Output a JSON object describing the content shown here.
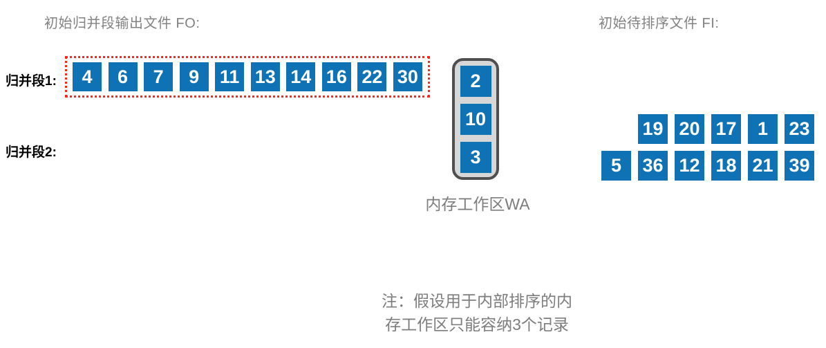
{
  "titles": {
    "fo": "初始归并段输出文件 FO:",
    "fi": "初始待排序文件 FI:"
  },
  "labels": {
    "segment1": "归并段1:",
    "segment2": "归并段2:",
    "wa": "内存工作区WA"
  },
  "segment1_values": [
    "4",
    "6",
    "7",
    "9",
    "11",
    "13",
    "14",
    "16",
    "22",
    "30"
  ],
  "wa_values": [
    "2",
    "10",
    "3"
  ],
  "fi_rows": {
    "top": [
      "19",
      "20",
      "17",
      "1",
      "23"
    ],
    "bottom": [
      "5",
      "36",
      "12",
      "18",
      "21",
      "39"
    ]
  },
  "note": {
    "line1": "注：假设用于内部排序的内",
    "line2": "存工作区只能容纳3个记录"
  },
  "colors": {
    "cell_blue": "#0f72b5",
    "dotted_red": "#ff2616",
    "wa_fill": "#d7d7d7",
    "wa_border": "#4f4f4f",
    "title_gray": "#828282",
    "note_gray": "#7d7d7d"
  }
}
